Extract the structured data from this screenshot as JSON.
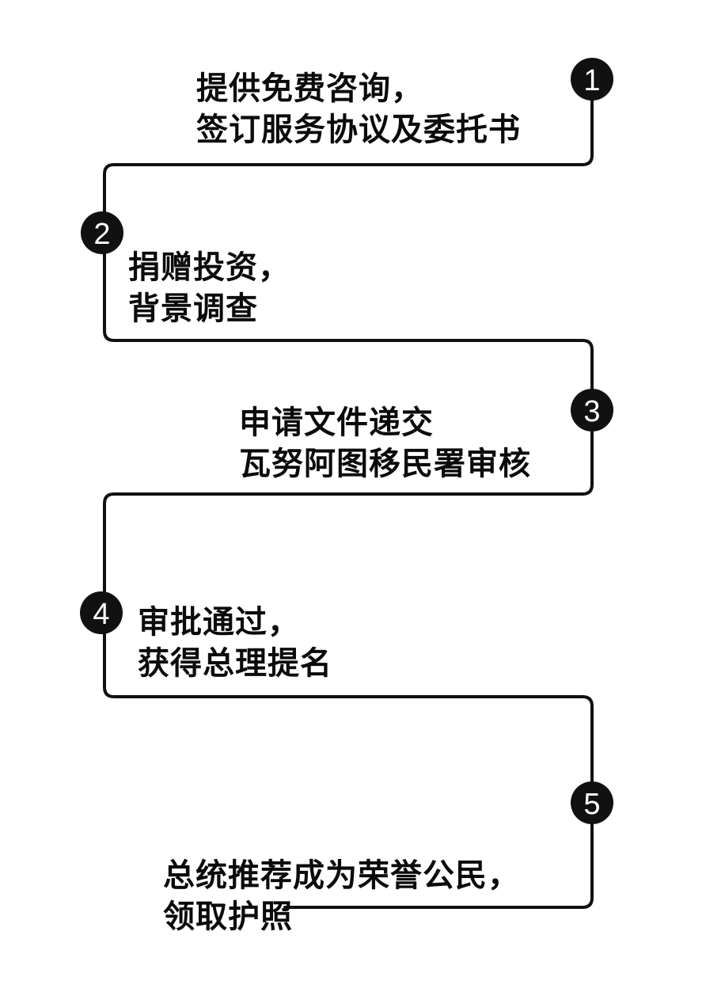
{
  "steps": [
    {
      "number": "1",
      "lines": [
        "提供免费咨询，",
        "签订服务协议及委托书"
      ]
    },
    {
      "number": "2",
      "lines": [
        "捐赠投资，",
        "背景调查"
      ]
    },
    {
      "number": "3",
      "lines": [
        "申请文件递交",
        "瓦努阿图移民署审核"
      ]
    },
    {
      "number": "4",
      "lines": [
        "审批通过，",
        "获得总理提名"
      ]
    },
    {
      "number": "5",
      "lines": [
        "总统推荐成为荣誉公民，",
        "领取护照"
      ]
    }
  ],
  "colors": {
    "line": "#111111",
    "badge_fill": "#111111",
    "badge_text": "#ffffff",
    "text": "#0b0b0b",
    "background": "#ffffff"
  }
}
